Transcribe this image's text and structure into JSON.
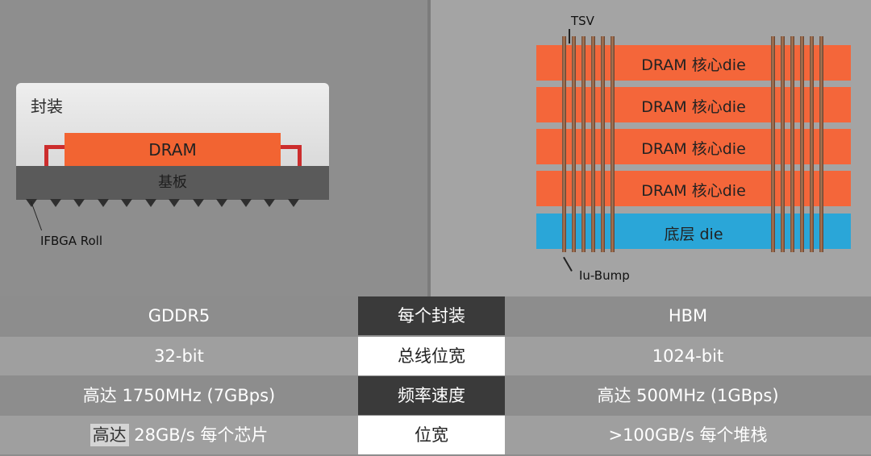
{
  "gddr_diagram": {
    "package_label": "封装",
    "chip_label": "DRAM",
    "substrate_label": "基板",
    "ball_label": "IFBGA Roll",
    "ball_count": 12
  },
  "hbm_diagram": {
    "dram_layers": [
      "DRAM 核心die",
      "DRAM 核心die",
      "DRAM 核心die",
      "DRAM 核心die"
    ],
    "base_layer": "底层 die",
    "tsv_label": "TSV",
    "bump_label": "Iu-Bump",
    "colors": {
      "dram": "#f4663a",
      "base": "#2aa6d8"
    }
  },
  "table": {
    "rows": [
      {
        "left": "GDDR5",
        "mid": "每个封装",
        "right": "HBM"
      },
      {
        "left": "32-bit",
        "mid": "总线位宽",
        "right": "1024-bit"
      },
      {
        "left": "高达 1750MHz (7GBps)",
        "mid": "频率速度",
        "right": "高达 500MHz (1GBps)"
      },
      {
        "left_highlight": "高达",
        "left_rest": " 28GB/s 每个芯片",
        "mid": "位宽",
        "right": ">100GB/s 每个堆栈"
      }
    ]
  }
}
